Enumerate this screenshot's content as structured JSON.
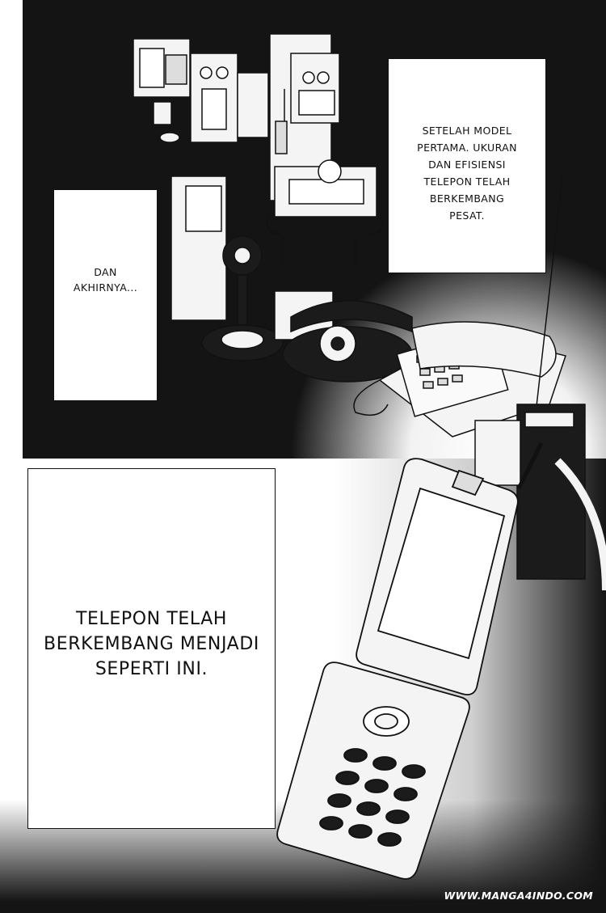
{
  "captions": {
    "right": [
      "SETELAH MODEL",
      "PERTAMA. UKURAN",
      "DAN EFISIENSI",
      "TELEPON TELAH",
      "BERKEMBANG",
      "PESAT."
    ],
    "left": [
      "DAN",
      "AKHIRNYA..."
    ],
    "big": [
      "TELEPON TELAH",
      "BERKEMBANG MENJADI",
      "SEPERTI INI."
    ]
  },
  "watermark": "WWW.MANGA4INDO.COM",
  "colors": {
    "ink": "#141414",
    "paper": "#ffffff"
  }
}
